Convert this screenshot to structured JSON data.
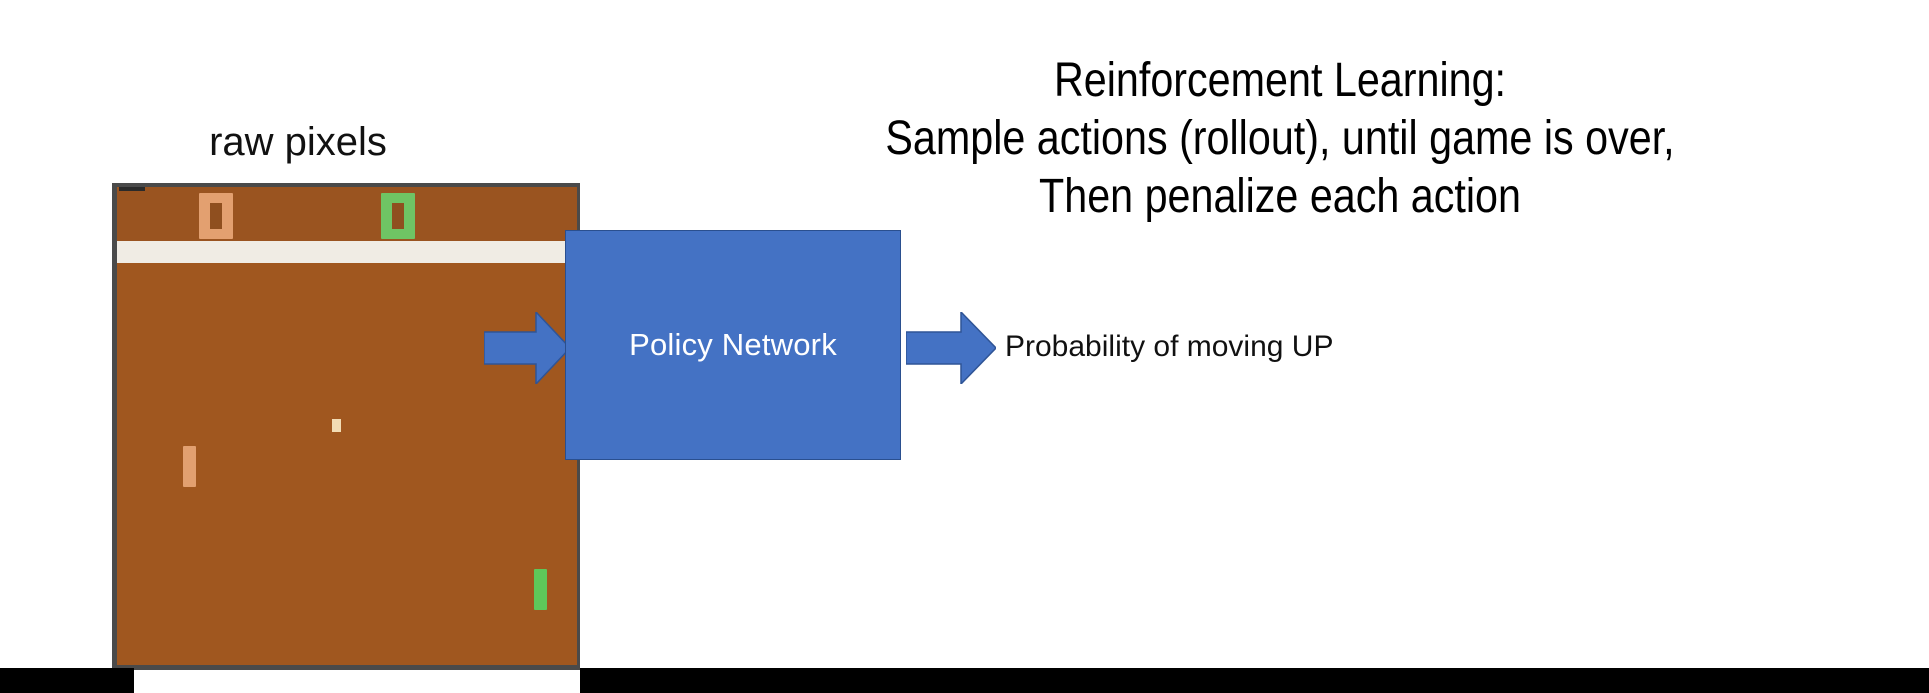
{
  "slide": {
    "background_color": "#ffffff",
    "heading_lines": [
      "Reinforcement Learning:",
      "Sample actions (rollout), until game is over,",
      "Then penalize each action"
    ],
    "caption": "raw pixels"
  },
  "diagram": {
    "box_label": "Policy Network",
    "box_fill": "#4472C4",
    "box_border": "#2a4f8f",
    "box_text_color": "#ffffff",
    "arrow_fill": "#4472C4",
    "arrow_border": "#2F5496",
    "input_arrow_name": "arrow-into-policy-network",
    "output_arrow_name": "arrow-out-of-policy-network",
    "output_label": "Probability of moving UP"
  },
  "game": {
    "name": "atari-pong",
    "frame_border_color": "#4a4a4a",
    "field_color": "#a0571f",
    "top_field_color": "#9a5420",
    "divider_bar_color": "#f0ece4",
    "scores": [
      {
        "side": "left",
        "value": "0",
        "color": "#e3a070"
      },
      {
        "side": "right",
        "value": "0",
        "color": "#6fc464"
      }
    ],
    "paddles": [
      {
        "side": "left",
        "color": "#e2a070"
      },
      {
        "side": "right",
        "color": "#5ec75a"
      }
    ],
    "ball_color": "#f2dcb4"
  }
}
